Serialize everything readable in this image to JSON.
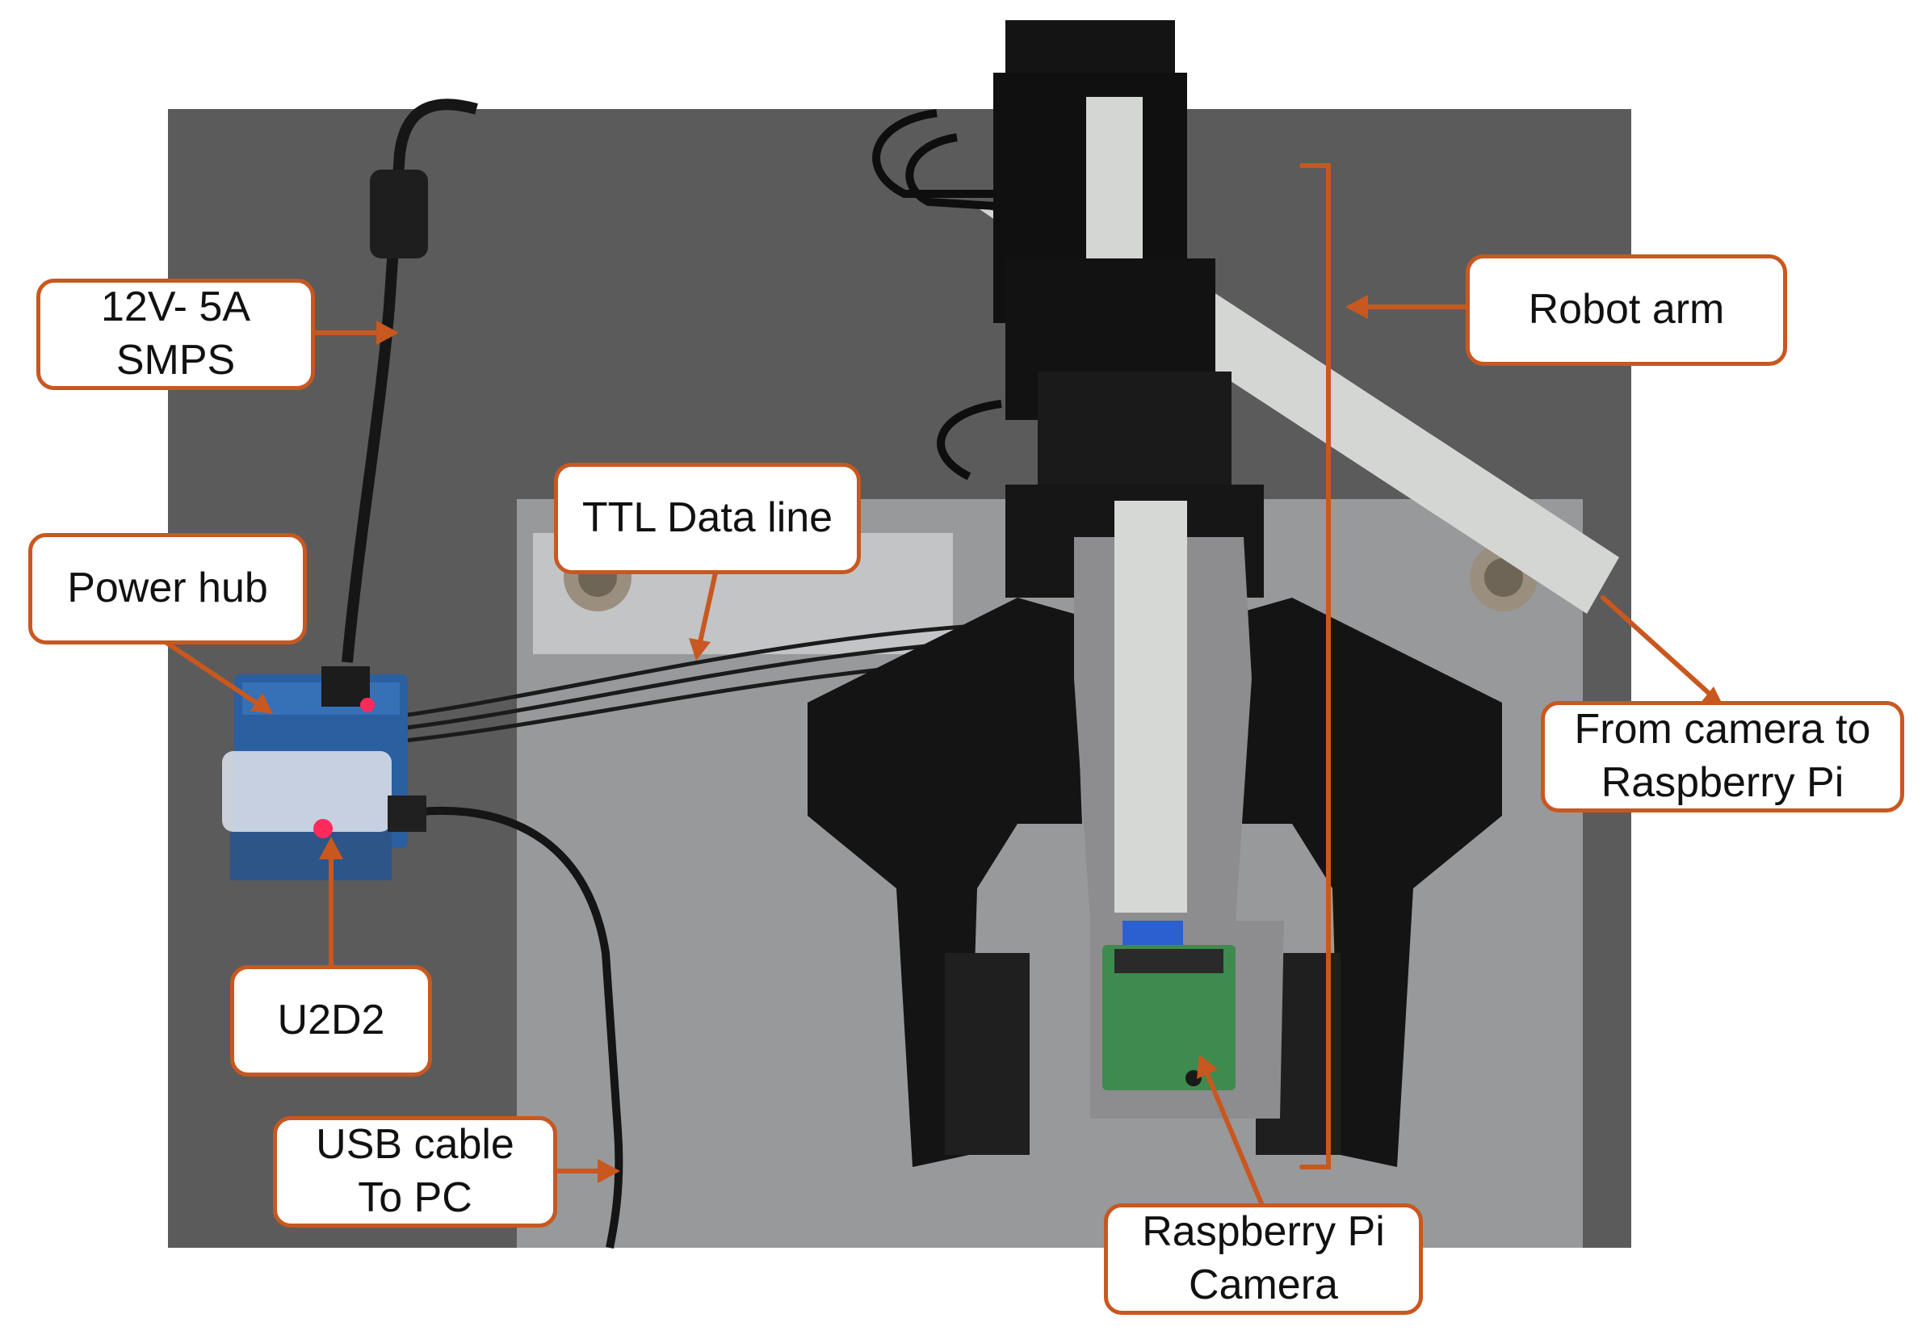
{
  "colors": {
    "accent": "#c8581f",
    "backdrop": "#5f5f5f",
    "acrylic": "#c9cccf",
    "robot_black": "#141414",
    "ribbon_cable": "#d4d6d4",
    "power_hub_board": "#2a5fa0",
    "camera_pcb": "#3f8a4e",
    "status_led": "#ff2a5c"
  },
  "icons": {
    "arrow": "arrow-icon",
    "bracket": "bracket-icon"
  },
  "labels": {
    "smps": {
      "line1": "12V- 5A",
      "line2": "SMPS"
    },
    "ttl": {
      "text": "TTL Data line"
    },
    "robot_arm": {
      "text": "Robot arm"
    },
    "power_hub": {
      "text": "Power hub"
    },
    "camera_to_pi": {
      "line1": "From camera to",
      "line2": "Raspberry Pi"
    },
    "u2d2": {
      "text": "U2D2"
    },
    "usb": {
      "line1": "USB cable",
      "line2": "To PC"
    },
    "camera": {
      "line1": "Raspberry Pi",
      "line2": "Camera"
    }
  }
}
